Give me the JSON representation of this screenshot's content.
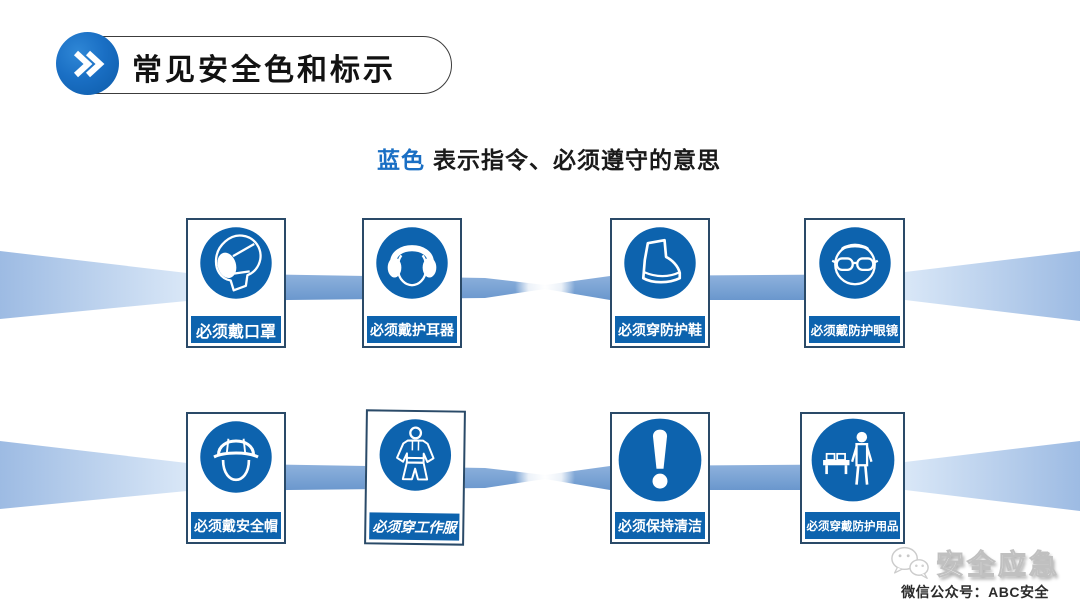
{
  "header": {
    "title": "常见安全色和标示"
  },
  "subtitle": {
    "highlight": "蓝色",
    "text": "表示指令、必须遵守的意思"
  },
  "signs": {
    "row1": [
      {
        "label": "必须戴口罩",
        "icon": "face-mask-pictogram"
      },
      {
        "label": "必须戴护耳器",
        "icon": "ear-muffs-pictogram"
      },
      {
        "label": "必须穿防护鞋",
        "icon": "protective-boot-pictogram"
      },
      {
        "label": "必须戴防护眼镜",
        "icon": "goggles-pictogram"
      }
    ],
    "row2": [
      {
        "label": "必须戴安全帽",
        "icon": "safety-helmet-pictogram"
      },
      {
        "label": "必须穿工作服",
        "icon": "work-clothes-pictogram"
      },
      {
        "label": "必须保持清洁",
        "icon": "exclamation-pictogram"
      },
      {
        "label": "必须穿戴防护用品",
        "icon": "ppe-bench-pictogram"
      }
    ]
  },
  "footer": {
    "brand": "安全应急",
    "account_line": "微信公众号：ABC安全"
  },
  "colors": {
    "sign_blue": "#0d63ae",
    "ribbon_band_blue": "#79a3d5",
    "ribbon_wedge_light": "#a6c1e6",
    "accent_blue": "#1a6fc4",
    "title_text": "#121212"
  }
}
